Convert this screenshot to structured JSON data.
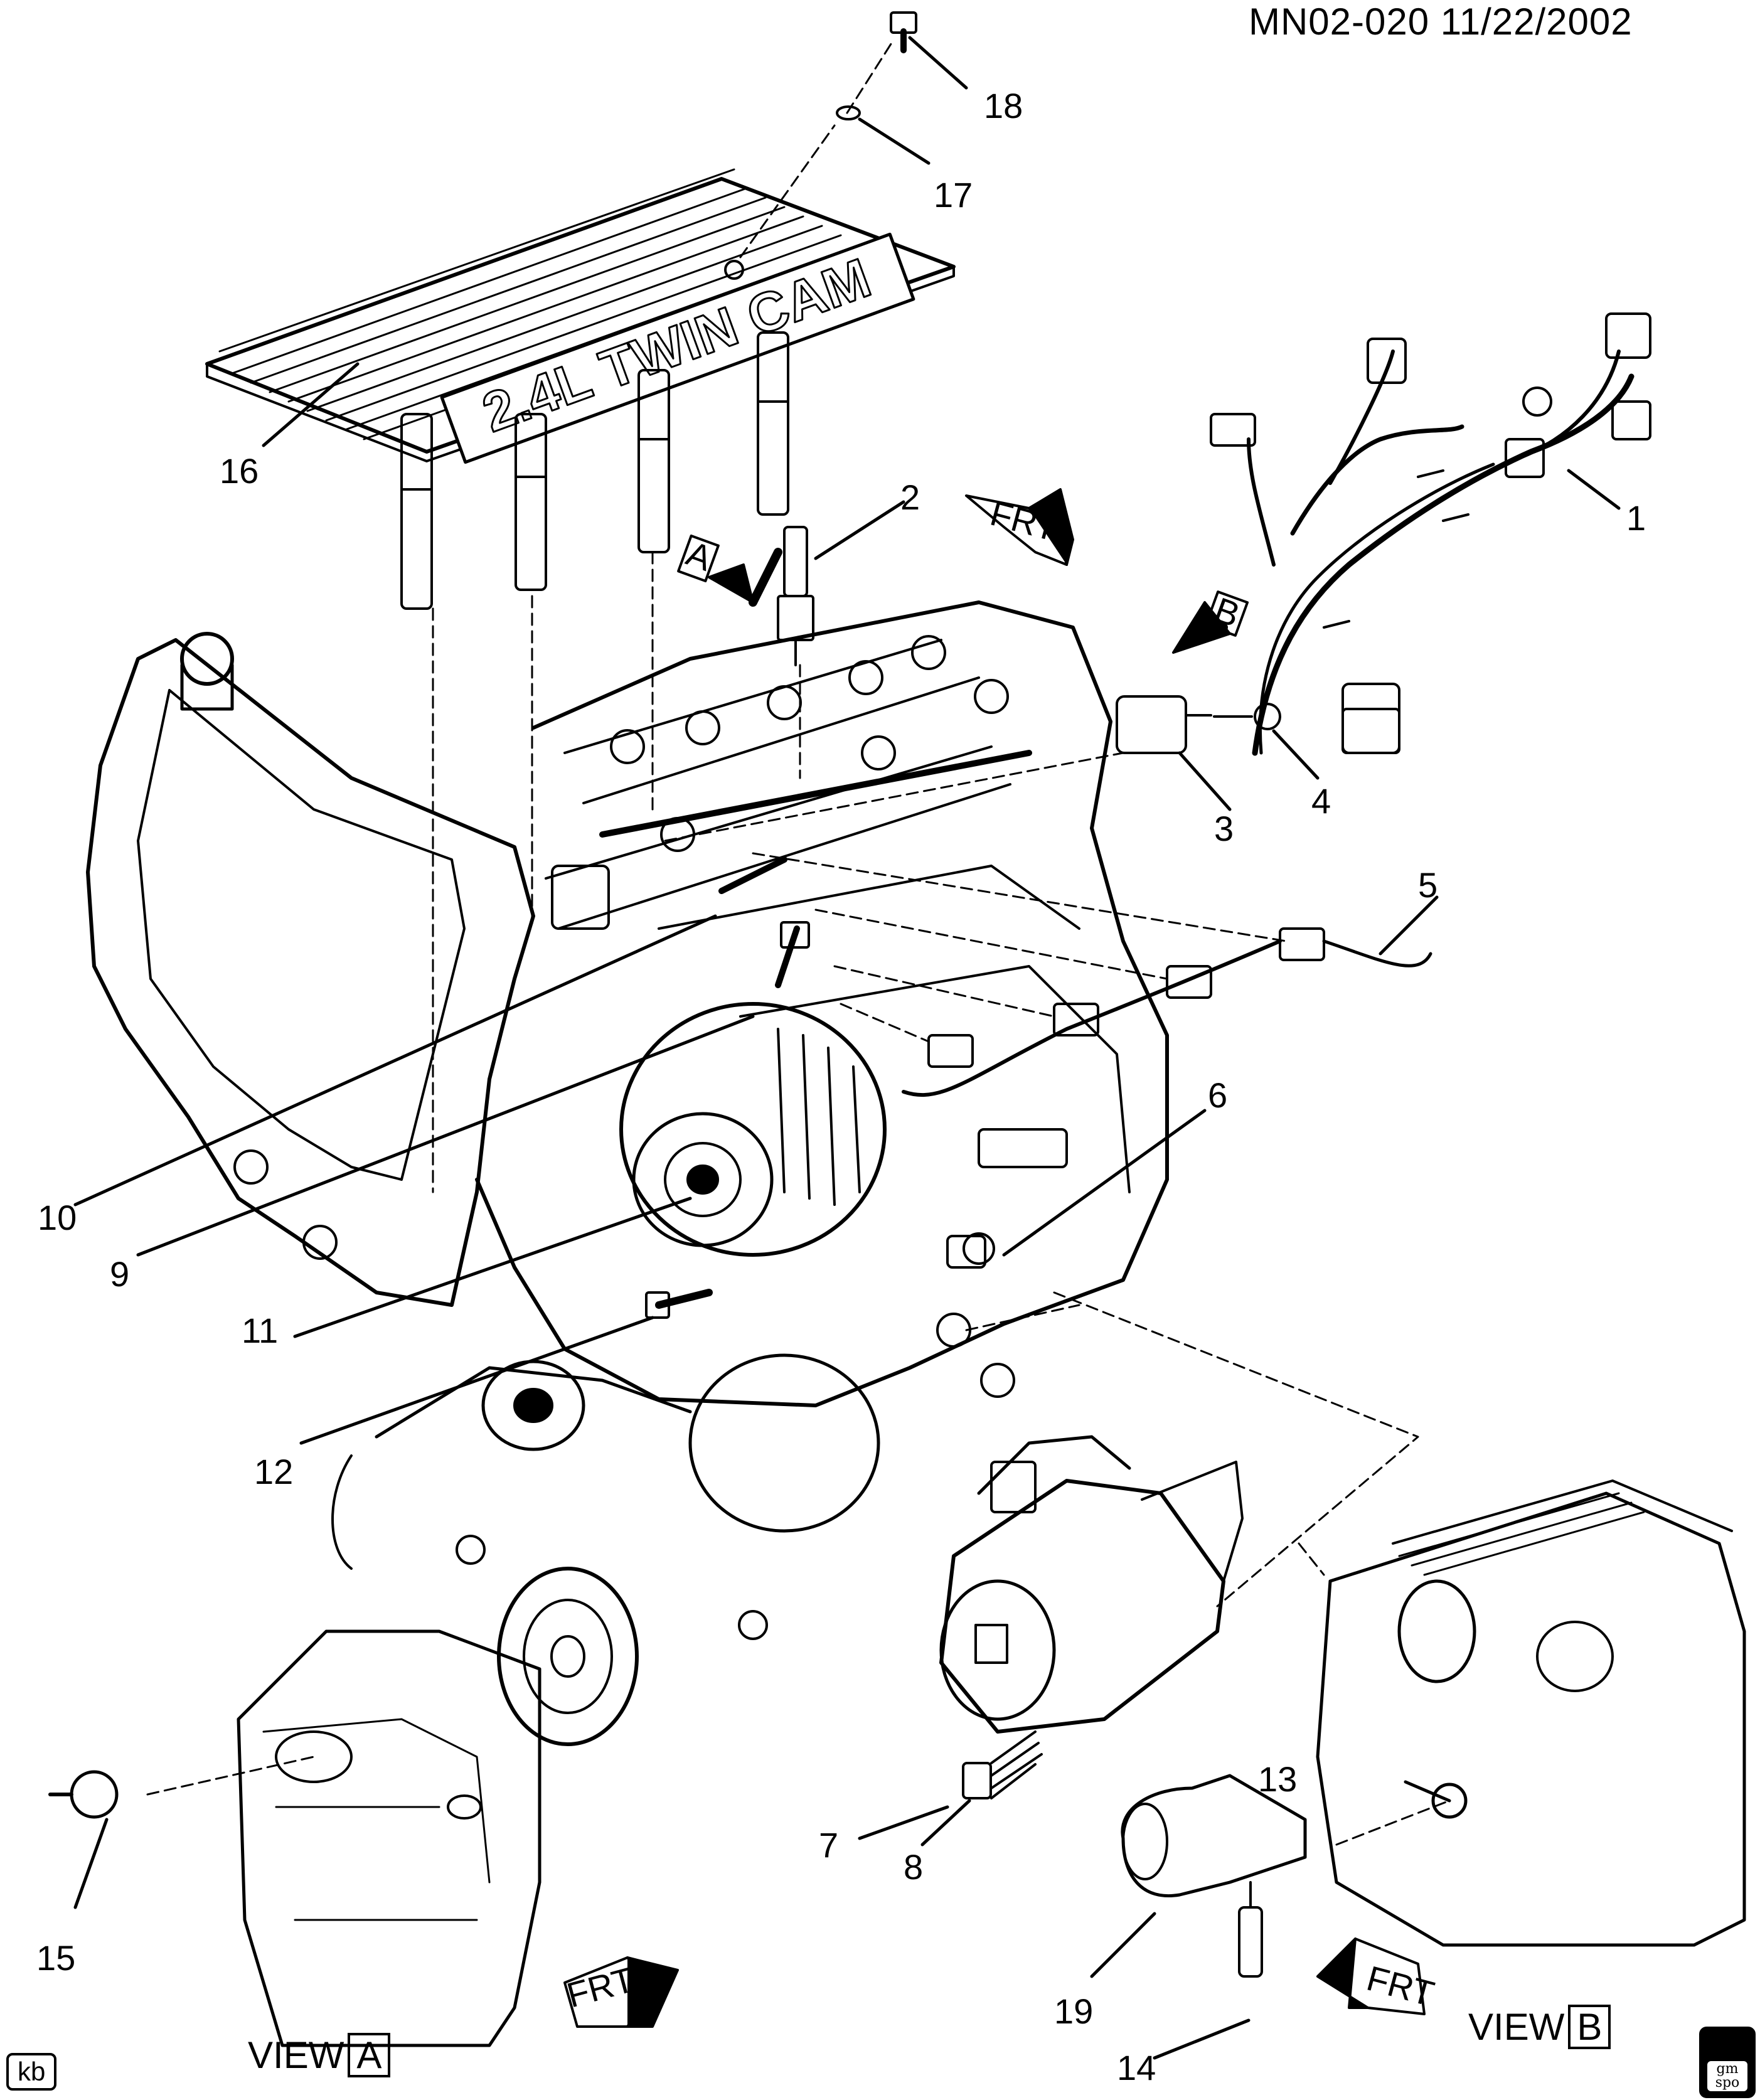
{
  "header": {
    "doc_code": "MN02-020  11/22/2002"
  },
  "engine_cover": {
    "text": "2.4L TWIN CAM"
  },
  "callouts": [
    {
      "id": "1",
      "label": "1"
    },
    {
      "id": "2",
      "label": "2"
    },
    {
      "id": "3",
      "label": "3"
    },
    {
      "id": "4",
      "label": "4"
    },
    {
      "id": "5",
      "label": "5"
    },
    {
      "id": "6",
      "label": "6"
    },
    {
      "id": "7",
      "label": "7"
    },
    {
      "id": "8",
      "label": "8"
    },
    {
      "id": "9",
      "label": "9"
    },
    {
      "id": "10",
      "label": "10"
    },
    {
      "id": "11",
      "label": "11"
    },
    {
      "id": "12",
      "label": "12"
    },
    {
      "id": "13",
      "label": "13"
    },
    {
      "id": "14",
      "label": "14"
    },
    {
      "id": "15",
      "label": "15"
    },
    {
      "id": "16",
      "label": "16"
    },
    {
      "id": "17",
      "label": "17"
    },
    {
      "id": "18",
      "label": "18"
    },
    {
      "id": "19",
      "label": "19"
    }
  ],
  "view_markers": {
    "a": "A",
    "b": "B"
  },
  "views": [
    {
      "prefix": "VIEW",
      "letter": "A"
    },
    {
      "prefix": "VIEW",
      "letter": "B"
    }
  ],
  "front_arrows": {
    "label": "FRT"
  },
  "footer": {
    "kb": "kb",
    "logo_top": "gm",
    "logo_bottom": "spo"
  },
  "colors": {
    "ink": "#000000",
    "paper": "#ffffff"
  }
}
